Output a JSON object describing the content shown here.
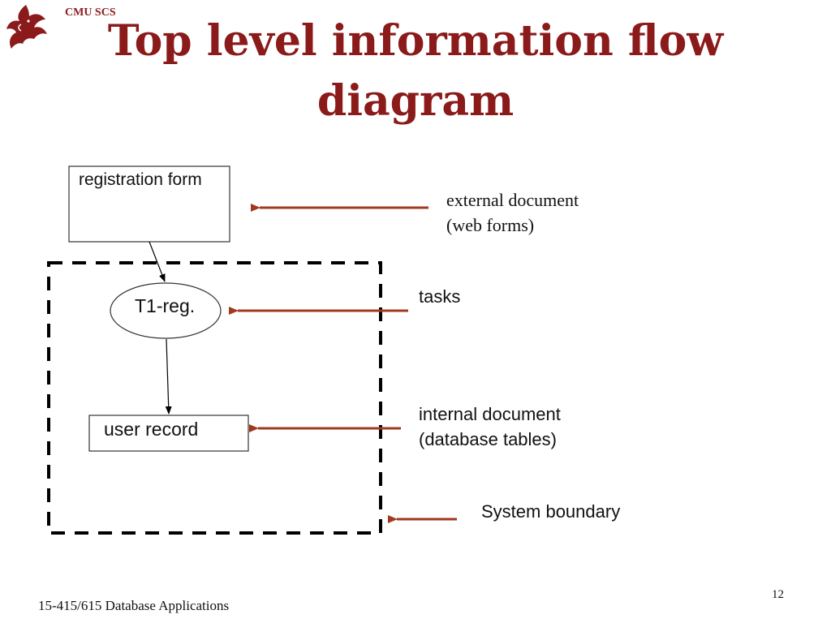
{
  "header": {
    "org": "CMU SCS"
  },
  "title": {
    "line1": "Top level information flow",
    "line2": "diagram"
  },
  "diagram": {
    "nodes": {
      "registration_form": "registration form",
      "task": "T1-reg.",
      "user_record": "user record"
    },
    "legend": {
      "external_document": {
        "line1": "external document",
        "line2": "(web forms)"
      },
      "tasks": "tasks",
      "internal_document": {
        "line1": "internal document",
        "line2": "(database tables)"
      },
      "system_boundary": "System boundary"
    },
    "colors": {
      "legend_arrow": "#a0391e",
      "title": "#8b1a1a"
    }
  },
  "footer": {
    "course": "15-415/615 Database Applications",
    "page_number": "12"
  }
}
